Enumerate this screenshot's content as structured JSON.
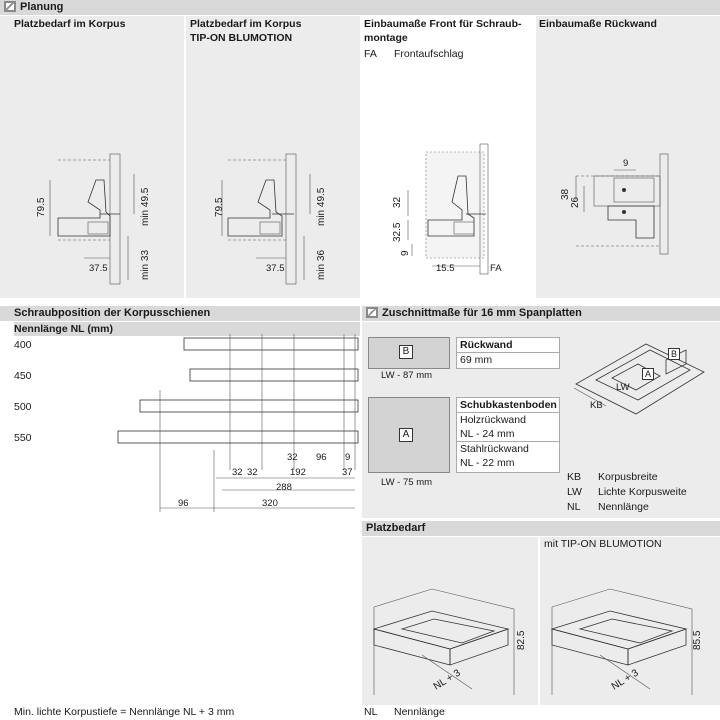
{
  "header": {
    "title": "Planung"
  },
  "top_panels": [
    {
      "title_line1": "Platzbedarf im Korpus",
      "title_line2": ""
    },
    {
      "title_line1": "Platzbedarf im Korpus",
      "title_line2": "TIP-ON BLUMOTION"
    },
    {
      "title_line1": "Einbaumaße Front für Schraub-",
      "title_line2": "montage"
    },
    {
      "title_line1": "Einbaumaße Rückwand",
      "title_line2": ""
    }
  ],
  "front_legend": {
    "key": "FA",
    "label": "Frontaufschlag"
  },
  "dims_panel1": {
    "height": "79.5",
    "min_top": "min 49.5",
    "depth": "37.5",
    "min_bottom": "min 33"
  },
  "dims_panel2": {
    "height": "79.5",
    "min_top": "min 49.5",
    "depth": "37.5",
    "min_bottom": "min 36"
  },
  "dims_panel3": {
    "d32": "32",
    "d325": "32.5",
    "d9": "9",
    "d155": "15.5",
    "fa": "FA"
  },
  "dims_panel4": {
    "d9": "9",
    "d38": "38",
    "d26": "26"
  },
  "screw": {
    "title": "Schraubposition der Korpusschienen",
    "subtitle": "Nennlänge NL (mm)",
    "lengths": [
      "400",
      "450",
      "500",
      "550"
    ],
    "dims": {
      "d32a": "32",
      "d32b": "32",
      "d32c": "32",
      "d96a": "96",
      "d9": "9",
      "d192": "192",
      "d37": "37",
      "d288": "288",
      "d96b": "96",
      "d320": "320"
    }
  },
  "cut": {
    "title": "Zuschnittmaße für 16 mm Spanplatten",
    "box_b": "B",
    "box_a": "A",
    "b_width": "LW - 87 mm",
    "a_width": "LW - 75 mm",
    "rueckwand_title": "Rückwand",
    "rueckwand_value": "69 mm",
    "boden_title": "Schubkastenboden",
    "boden_rows": [
      "Holzrückwand",
      "NL - 24 mm",
      "Stahlrückwand",
      "NL - 22 mm"
    ],
    "iso_labels": {
      "a": "A",
      "b": "B",
      "lw": "LW",
      "kb": "KB"
    },
    "legend": [
      {
        "key": "KB",
        "label": "Korpusbreite"
      },
      {
        "key": "LW",
        "label": "Lichte Korpusweite"
      },
      {
        "key": "NL",
        "label": "Nennlänge"
      }
    ]
  },
  "platz": {
    "title": "Platzbedarf",
    "right_label": "mit TIP-ON BLUMOTION",
    "left_dim": "82.5",
    "right_dim": "85.5",
    "nl_label": "NL + 3"
  },
  "footer": {
    "note": "Min. lichte Korpustiefe = Nennlänge NL + 3 mm",
    "nl_key": "NL",
    "nl_label": "Nennlänge"
  }
}
